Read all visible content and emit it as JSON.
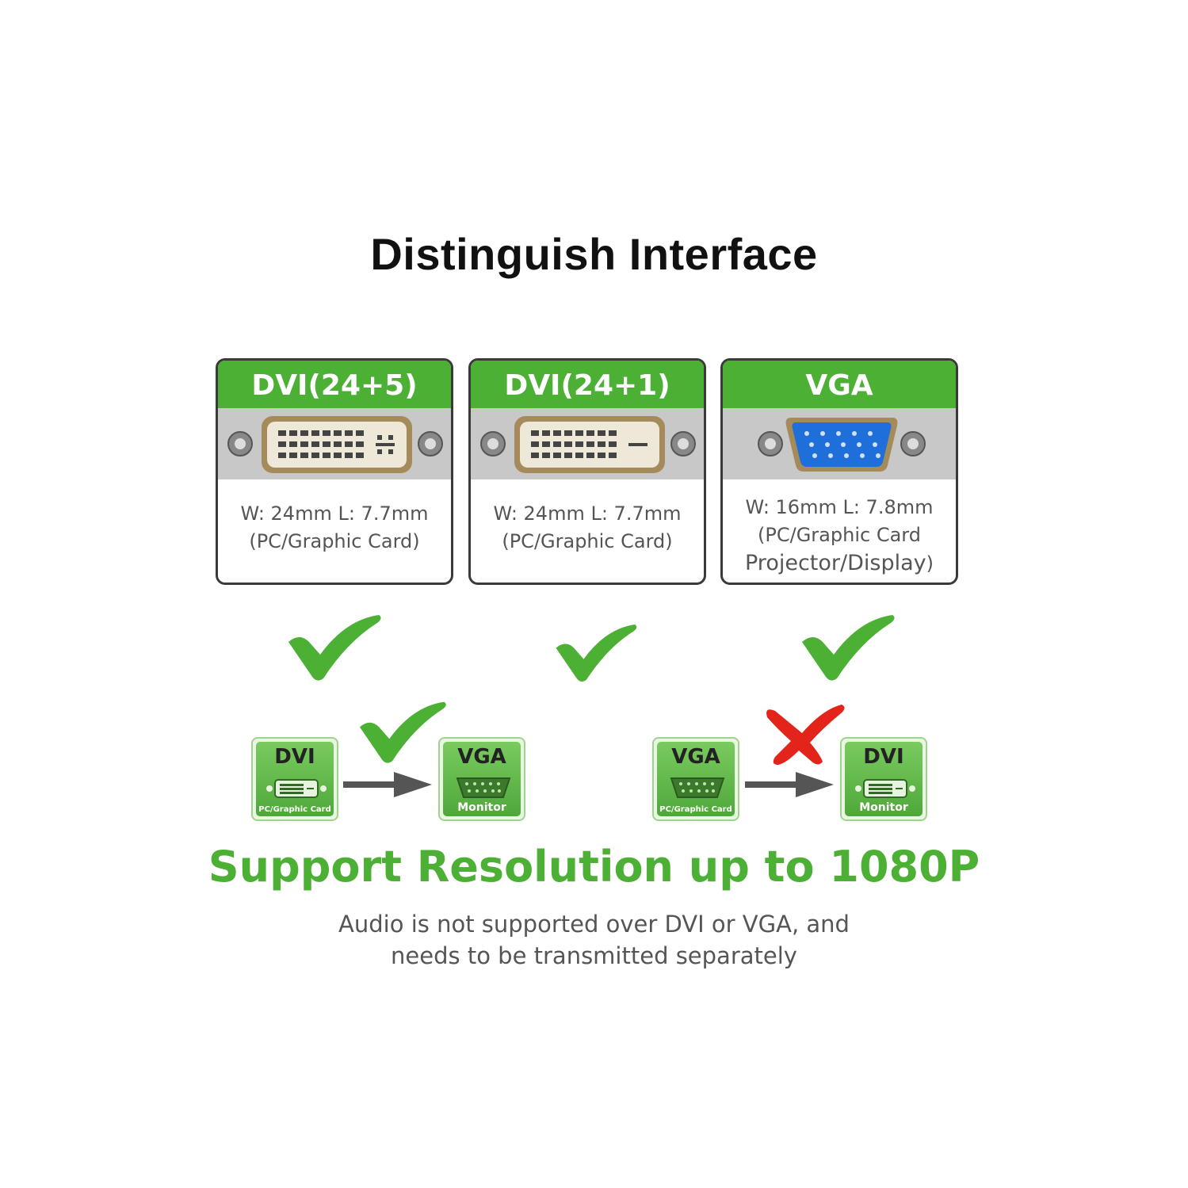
{
  "title": "Distinguish Interface",
  "cards": [
    {
      "header": "DVI(24+5)",
      "line1": "W: 24mm  L: 7.7mm",
      "line2": "(PC/Graphic Card)"
    },
    {
      "header": "DVI(24+1)",
      "line1": "W: 24mm  L: 7.7mm",
      "line2": "(PC/Graphic Card)"
    },
    {
      "header": "VGA",
      "line1": "W: 16mm  L: 7.8mm",
      "line2": "(PC/Graphic Card",
      "line3": "Projector/Display",
      "line3_end": ")"
    }
  ],
  "conversions": [
    {
      "from_label": "DVI",
      "from_sub": "PC/Graphic Card",
      "to_label": "VGA",
      "to_sub": "Monitor",
      "status": "supported"
    },
    {
      "from_label": "VGA",
      "from_sub": "PC/Graphic Card",
      "to_label": "DVI",
      "to_sub": "Monitor",
      "status": "not-supported"
    }
  ],
  "headline": "Support Resolution up to 1080P",
  "note_line1": "Audio is not supported over DVI or VGA, and",
  "note_line2": "needs to be transmitted separately",
  "colors": {
    "accent_green": "#4cb034",
    "cross_red": "#e3241b",
    "card_border": "#3a3a3a"
  }
}
